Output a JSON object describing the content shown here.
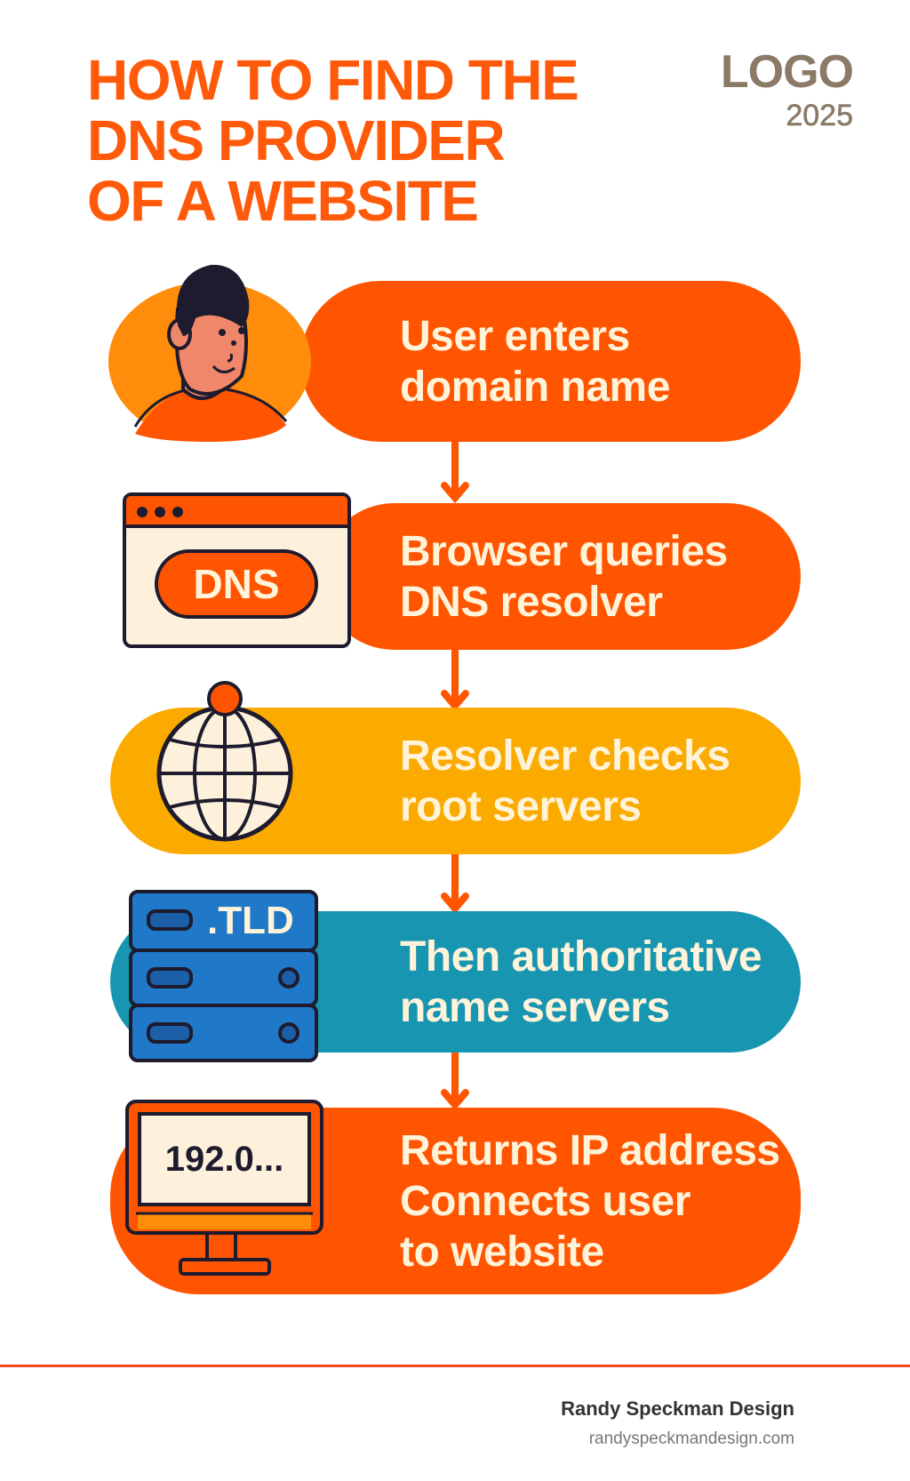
{
  "header": {
    "title_lines": [
      "HOW TO FIND THE",
      "DNS PROVIDER",
      "OF A WEBSITE"
    ],
    "logo": "LOGO",
    "year": "2025"
  },
  "steps": [
    {
      "lines": [
        "User enters",
        "domain name"
      ],
      "icon": "user-avatar-icon",
      "color": "#FF5500"
    },
    {
      "lines": [
        "Browser queries",
        "DNS resolver"
      ],
      "icon": "browser-window-icon",
      "icon_label": "DNS",
      "color": "#FF5500"
    },
    {
      "lines": [
        "Resolver checks",
        "root servers"
      ],
      "icon": "globe-icon",
      "color": "#FBAA00"
    },
    {
      "lines": [
        "Then authoritative",
        "name servers"
      ],
      "icon": "server-rack-icon",
      "icon_label": ".TLD",
      "color": "#1895B0"
    },
    {
      "lines": [
        "Returns IP address",
        "Connects user",
        "to website"
      ],
      "icon": "monitor-icon",
      "icon_label": "192.0...",
      "color": "#FF5500"
    }
  ],
  "colors": {
    "accent": "#FF5A0A",
    "arrow": "#FF5500",
    "rule": "#F04A23",
    "text_on_pill": "#FFF3D9"
  },
  "footer": {
    "name": "Randy Speckman Design",
    "url": "randyspeckmandesign.com"
  }
}
